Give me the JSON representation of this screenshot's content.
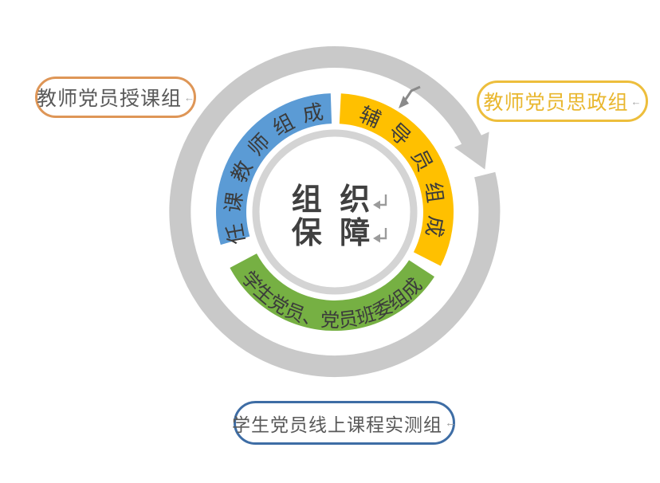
{
  "diagram": {
    "ring_color": "#C9C9C9",
    "inner_ring_color": "#D4D4D4",
    "hint_arrow_color": "#8A8A8A",
    "segment_text_color": "#3B3B3B",
    "center": {
      "line1": "组 织",
      "line2": "保 障",
      "text_color": "#404040",
      "return_mark_color": "#9B9B9B"
    },
    "segments": [
      {
        "id": "teachers",
        "label": "任课教师组成",
        "color": "#5B9BD5"
      },
      {
        "id": "counselors",
        "label": "辅导员组成",
        "color": "#FFC000"
      },
      {
        "id": "students",
        "label": "学生党员、党员班委组成",
        "color": "#76B043"
      }
    ]
  },
  "callouts": {
    "top_left": {
      "label": "教师党员授课组",
      "mark": "←",
      "border_color": "#DE9657",
      "text_color": "#595959"
    },
    "top_right": {
      "label": "教师党员思政组",
      "mark": "←",
      "border_color": "#EDBE3C",
      "text_color": "#E9B72F"
    },
    "bottom": {
      "label": "学生党员线上课程实测组",
      "mark": "←",
      "border_color": "#3E6DA5",
      "text_color": "#595959"
    }
  }
}
